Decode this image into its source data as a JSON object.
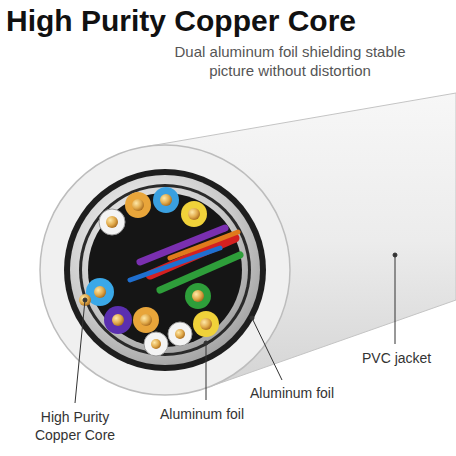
{
  "diagram": {
    "title": "High Purity Copper Core",
    "caption": "Dual aluminum foil shielding stable picture without distortion",
    "labels": [
      "PVC jacket",
      "Aluminum foil",
      "Aluminum foil",
      "High Purity Copper Core"
    ]
  }
}
